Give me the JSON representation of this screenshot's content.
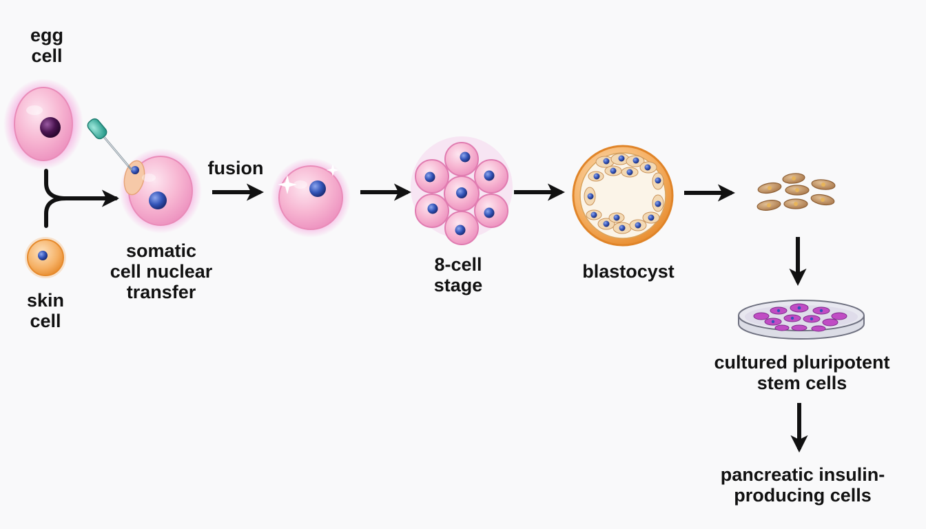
{
  "labels": {
    "egg_cell": [
      "egg",
      "cell"
    ],
    "skin_cell": [
      "skin",
      "cell"
    ],
    "scnt": [
      "somatic",
      "cell nuclear",
      "transfer"
    ],
    "fusion": "fusion",
    "eight_cell": [
      "8-cell",
      "stage"
    ],
    "blastocyst": "blastocyst",
    "cultured": [
      "cultured pluripotent",
      "stem cells"
    ],
    "pancreatic": [
      "pancreatic insulin-",
      "producing cells"
    ]
  },
  "colors": {
    "background": "#f9f9fa",
    "egg_pink": "#f7b6d2",
    "egg_outline": "#e98bb8",
    "glow": "#f05ac4",
    "nucleus_blue": "#3354b8",
    "egg_nucleus": "#4a1450",
    "skin_orange": "#f2a046",
    "blastocyst_orange": "#ef9a3c",
    "differentiated_brown": "#b98a57",
    "stem_magenta": "#c04cc4",
    "pipette_teal": "#3fb8a8",
    "arrow": "#111111"
  },
  "icons": [
    "pipette-icon",
    "petri-dish-icon"
  ]
}
